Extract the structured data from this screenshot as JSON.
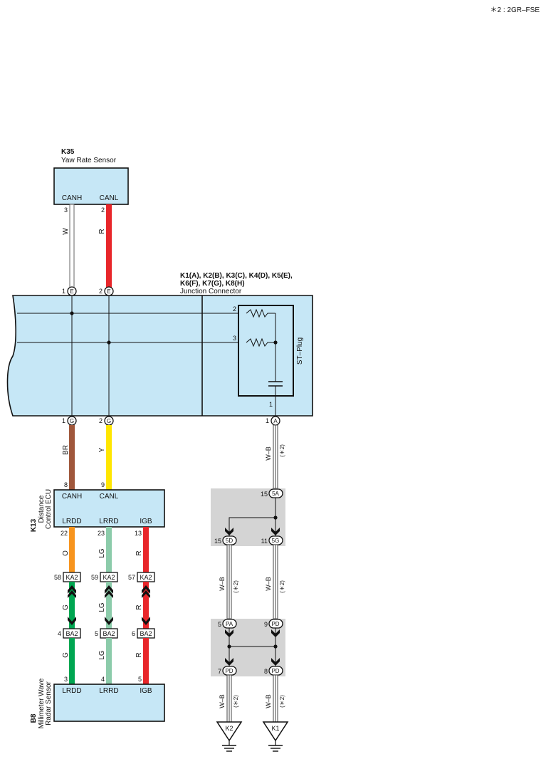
{
  "note": "＊2 : 2GR–FSE",
  "k35": {
    "code": "K35",
    "name": "Yaw Rate Sensor",
    "pin_canh": "CANH",
    "pin_canl": "CANL",
    "num_canh": "3",
    "num_canl": "2"
  },
  "wires_top": {
    "w": "W",
    "r": "R"
  },
  "junction": {
    "codes1": "K1(A), K2(B), K3(C), K4(D), K5(E),",
    "codes2": "K6(F), K7(G), K8(H)",
    "name": "Junction Connector"
  },
  "jc_pins": {
    "e1": "1",
    "e2": "2",
    "e_letter": "E",
    "g1": "1",
    "g2": "2",
    "g_letter": "G",
    "a1": "1",
    "a_letter": "A"
  },
  "st_plug": {
    "label": "ST–Plug",
    "p2": "2",
    "p3": "3",
    "p1": "1"
  },
  "wires_mid": {
    "br": "BR",
    "y": "Y",
    "wb": "W–B",
    "star2": "(＊2)"
  },
  "k13": {
    "code": "K13",
    "name1": "Distance",
    "name2": "Control ECU",
    "canh": "CANH",
    "canl": "CANL",
    "lrdd": "LRDD",
    "lrrd": "LRRD",
    "igb": "IGB",
    "n8": "8",
    "n9": "9",
    "n22": "22",
    "n23": "23",
    "n13": "13"
  },
  "wires_low": {
    "o": "O",
    "lg": "LG",
    "r": "R",
    "g": "G"
  },
  "ka2": {
    "label": "KA2",
    "n58": "58",
    "n59": "59",
    "n57": "57"
  },
  "ba2": {
    "label": "BA2",
    "n4": "4",
    "n5": "5",
    "n6": "6"
  },
  "b8": {
    "code": "B8",
    "name1": "Millimeter Wave",
    "name2": "Radar Sensor",
    "lrdd": "LRDD",
    "lrrd": "LRRD",
    "igb": "IGB",
    "n3": "3",
    "n4": "4",
    "n5": "5"
  },
  "joint1": {
    "c5a": "5A",
    "n15a": "15",
    "c5d": "5D",
    "n15b": "15",
    "c5g": "5G",
    "n11": "11"
  },
  "joint2": {
    "cpa": "PA",
    "n5": "5",
    "cpd": "PD",
    "n9": "9",
    "n7": "7",
    "n8": "8"
  },
  "ground": {
    "k2": "K2",
    "k1": "K1"
  }
}
